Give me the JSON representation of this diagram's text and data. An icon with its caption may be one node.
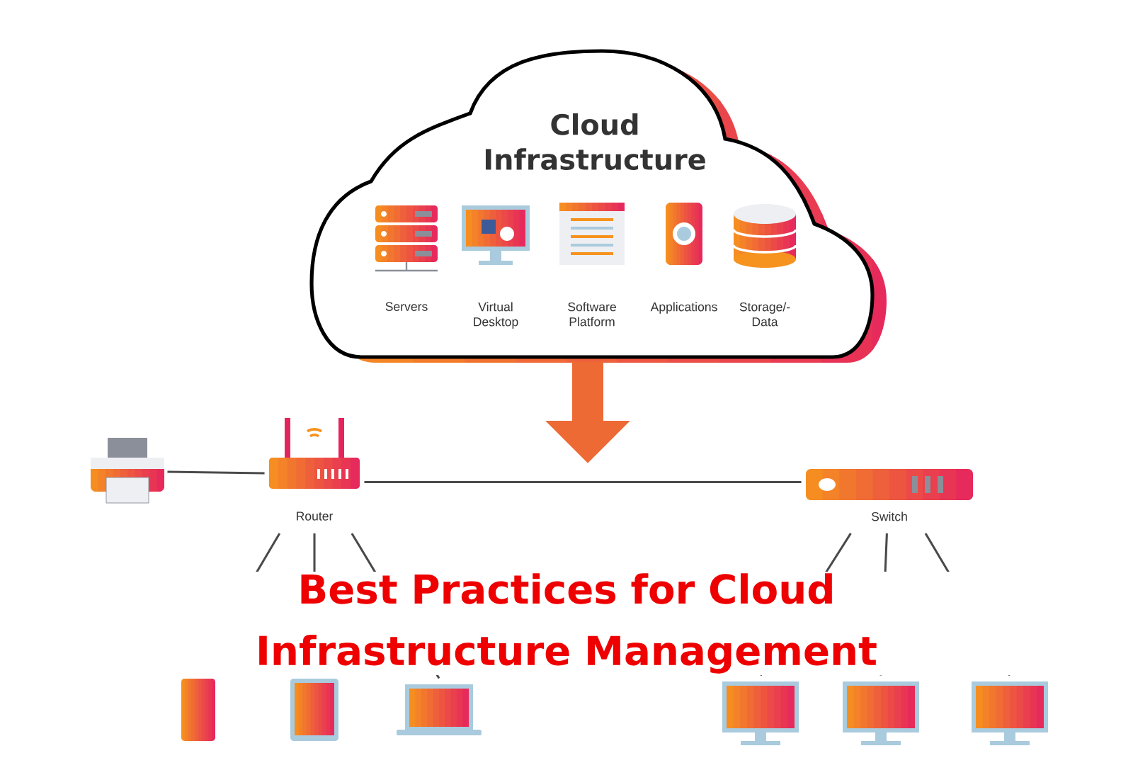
{
  "diagram": {
    "title": "Best Practices for Cloud Infrastructure Management",
    "nodes": [
      {
        "text": [
          "Cloud Infrastructure"
        ]
      },
      {
        "text": [
          "Servers"
        ],
        "in": 0
      },
      {
        "text": [
          "Virtual Desktop"
        ],
        "in": 0
      },
      {
        "text": [
          "Software Platform"
        ],
        "in": 0
      },
      {
        "text": [
          "Applications"
        ],
        "in": 0
      },
      {
        "text": [
          "Storage/- Data"
        ],
        "in": 0
      },
      {
        "text": [],
        "shape": "picture"
      },
      {
        "text": [
          "Router"
        ]
      },
      {
        "text": [
          "Switch"
        ]
      },
      {
        "text": [],
        "shape": "picture"
      },
      {
        "text": [],
        "shape": "picture"
      },
      {
        "text": [],
        "shape": "picture"
      },
      {
        "text": [],
        "shape": "picture"
      },
      {
        "text": [],
        "shape": "picture"
      },
      {
        "text": [],
        "shape": "picture"
      }
    ],
    "edges": [
      {
        "from": 0,
        "to": null,
        "arrow": "to",
        "style": "thick",
        "color": "#ee6a35"
      },
      {
        "from": 6,
        "to": 7,
        "arrow": "none"
      },
      {
        "from": 7,
        "to": 8,
        "arrow": "none"
      },
      {
        "from": 7,
        "to": 9,
        "arrow": "none"
      },
      {
        "from": 7,
        "to": 10,
        "arrow": "none"
      },
      {
        "from": 7,
        "to": 11,
        "arrow": "none"
      },
      {
        "from": 8,
        "to": 12,
        "arrow": "none"
      },
      {
        "from": 8,
        "to": 13,
        "arrow": "none"
      },
      {
        "from": 8,
        "to": 14,
        "arrow": "none"
      }
    ]
  }
}
